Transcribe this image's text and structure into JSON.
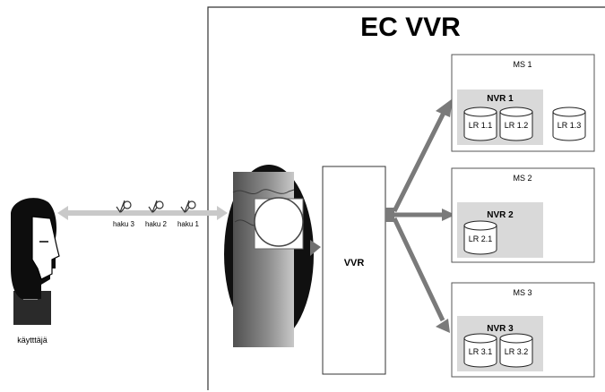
{
  "title": "EC VVR",
  "user_label": "käytttäjä",
  "queries": [
    "haku 3",
    "haku 2",
    "haku 1"
  ],
  "vvr_label": "VVR",
  "servers": [
    {
      "label": "MS 1",
      "nvr_label": "NVR 1",
      "repos": [
        "LR 1.1",
        "LR 1.2"
      ],
      "extra_repo": "LR 1.3"
    },
    {
      "label": "MS 2",
      "nvr_label": "NVR 2",
      "repos": [
        "LR 2.1"
      ]
    },
    {
      "label": "MS 3",
      "nvr_label": "NVR 3",
      "repos": [
        "LR 3.1",
        "LR 3.2"
      ]
    }
  ]
}
